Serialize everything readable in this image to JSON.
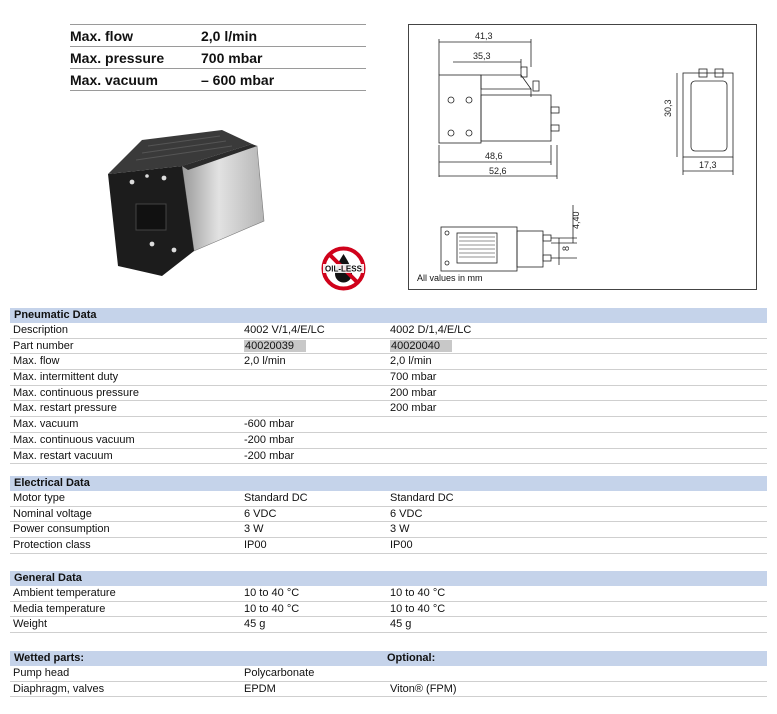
{
  "summary": [
    {
      "label": "Max. flow",
      "value": "2,0 l/min"
    },
    {
      "label": "Max. pressure",
      "value": "700 mbar"
    },
    {
      "label": "Max. vacuum",
      "value": "– 600 mbar"
    }
  ],
  "badge": {
    "text": "OIL-LESS"
  },
  "drawing": {
    "dims": {
      "d1": "41,3",
      "d2": "35,3",
      "d3": "48,6",
      "d4": "52,6",
      "d5": "30,3",
      "d6": "17,3",
      "d7": "4,40",
      "d8": "8"
    },
    "note": "All values in mm"
  },
  "pneumatic": {
    "title": "Pneumatic Data",
    "rows": [
      {
        "label": "Description",
        "a": "4002 V/1,4/E/LC",
        "b": "4002 D/1,4/E/LC"
      },
      {
        "label": "Part number",
        "a": "40020039",
        "b": "40020040"
      },
      {
        "label": "Max. flow",
        "a": "2,0 l/min",
        "b": "2,0 l/min"
      },
      {
        "label": "Max. intermittent duty",
        "a": "",
        "b": "700 mbar"
      },
      {
        "label": "Max. continuous pressure",
        "a": "",
        "b": "200 mbar"
      },
      {
        "label": "Max. restart pressure",
        "a": "",
        "b": "200 mbar"
      },
      {
        "label": "Max. vacuum",
        "a": "-600 mbar",
        "b": ""
      },
      {
        "label": "Max. continuous vacuum",
        "a": "-200 mbar",
        "b": ""
      },
      {
        "label": "Max. restart vacuum",
        "a": "-200 mbar",
        "b": ""
      }
    ]
  },
  "electrical": {
    "title": "Electrical Data",
    "rows": [
      {
        "label": "Motor type",
        "a": "Standard DC",
        "b": "Standard DC"
      },
      {
        "label": "Nominal voltage",
        "a": "6 VDC",
        "b": "6 VDC"
      },
      {
        "label": "Power consumption",
        "a": "3 W",
        "b": "3 W"
      },
      {
        "label": "Protection class",
        "a": "IP00",
        "b": "IP00"
      }
    ]
  },
  "general": {
    "title": "General Data",
    "rows": [
      {
        "label": "Ambient temperature",
        "a": "10 to 40 °C",
        "b": "10 to 40 °C"
      },
      {
        "label": "Media temperature",
        "a": "10 to 40 °C",
        "b": "10 to 40 °C"
      },
      {
        "label": "Weight",
        "a": "45 g",
        "b": "45 g"
      }
    ]
  },
  "wetted": {
    "title": "Wetted parts:",
    "optional": "Optional:",
    "rows": [
      {
        "label": "Pump head",
        "a": "Polycarbonate",
        "b": ""
      },
      {
        "label": "Diaphragm, valves",
        "a": "EPDM",
        "b": "Viton® (FPM)"
      }
    ]
  }
}
